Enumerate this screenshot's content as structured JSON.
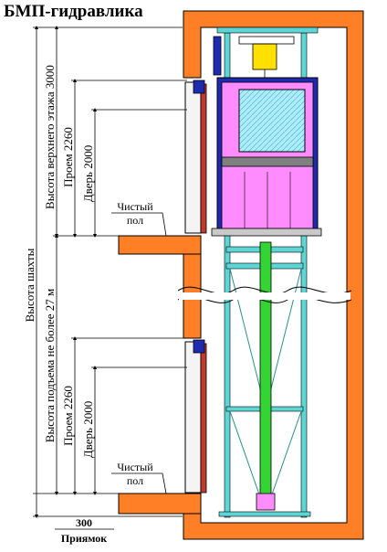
{
  "title": "БМП-гидравлика",
  "labels": {
    "shaft_height": "Высота шахты",
    "top_floor_height": "Высота верхнего этажа 3000",
    "opening_top": "Проем 2260",
    "door_top": "Дверь 2000",
    "clean_floor_top_1": "Чистый",
    "clean_floor_top_2": "пол",
    "travel_height": "Высота подъема не более 27 м",
    "opening_bottom": "Проем 2260",
    "door_bottom": "Дверь 2000",
    "clean_floor_bottom_1": "Чистый",
    "clean_floor_bottom_2": "пол",
    "pit_value": "300",
    "pit_label": "Приямок"
  },
  "colors": {
    "wall": "#ff7f27",
    "cabin": "#ff8cff",
    "cabin_frame": "#1e2bb0",
    "glass": "#a8f0ff",
    "guide_rail": "#5fd6d6",
    "cylinder": "#33d433",
    "door": "#c0392b",
    "pump": "#ffe000",
    "ceiling_band": "#808080"
  }
}
